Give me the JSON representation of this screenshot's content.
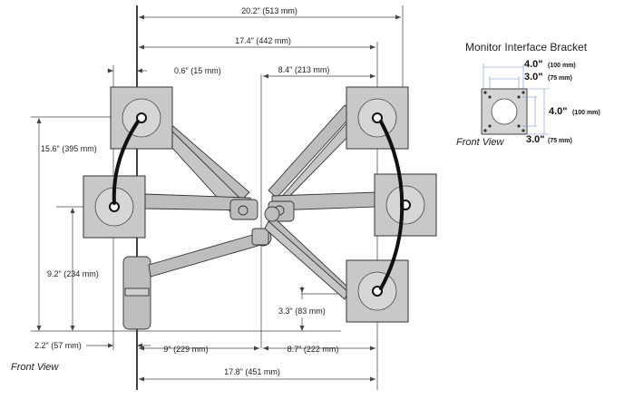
{
  "dimensions": {
    "width_total": "20.2\" (513 mm)",
    "arm_extension": "17.4\" (442 mm)",
    "offset_left": "0.6\" (15 mm)",
    "reach_right": "8.4\" (213 mm)",
    "height_top": "15.6\" (395 mm)",
    "height_mid": "9.2\" (234 mm)",
    "height_low": "3.3\" (83 mm)",
    "base_depth": "2.2\" (57 mm)",
    "reach_mid": "9\" (229 mm)",
    "reach_right_low": "8.7\" (222 mm)",
    "bottom_total": "17.8\" (451 mm)"
  },
  "labels": {
    "front_view_main": "Front View",
    "bracket_title": "Monitor Interface Bracket",
    "front_view_bracket": "Front View"
  },
  "bracket": {
    "top_outer_value": "4.0\"",
    "top_outer_unit": "(100 mm)",
    "top_inner_value": "3.0\"",
    "top_inner_unit": "(75 mm)",
    "side_outer_value": "4.0\"",
    "side_outer_unit": "(100 mm)",
    "bottom_inner_value": "3.0\"",
    "bottom_inner_unit": "(75 mm)"
  },
  "colors": {
    "monitor_fill": "#c8c8c8",
    "arm_fill": "#bdbdbd",
    "outline": "#333333",
    "swing_arc": "#111111"
  }
}
